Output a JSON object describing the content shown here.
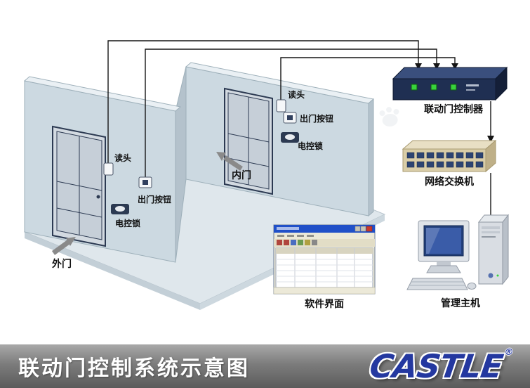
{
  "diagram": {
    "room": {
      "outer_door_label": "外门",
      "inner_door_label": "内门"
    },
    "devices": {
      "outer": {
        "reader": "读头",
        "exit_button": "出门按钮",
        "lock": "电控锁"
      },
      "inner": {
        "reader": "读头",
        "exit_button": "出门按钮",
        "lock": "电控锁"
      }
    },
    "components": {
      "controller": "联动门控制器",
      "network_switch": "网络交换机",
      "software_ui": "软件界面",
      "management_host": "管理主机"
    }
  },
  "footer": {
    "title": "联动门控制系统示意图",
    "logo_text": "CASTLE",
    "registered_mark": "®"
  },
  "colors": {
    "wall": "#ccd9e1",
    "controller_body": "#1f2f52",
    "led_green": "#39d23c",
    "switch_body": "#d9cda8",
    "logo_blue": "#2438a0",
    "footer_band": "#5b5b5b"
  }
}
